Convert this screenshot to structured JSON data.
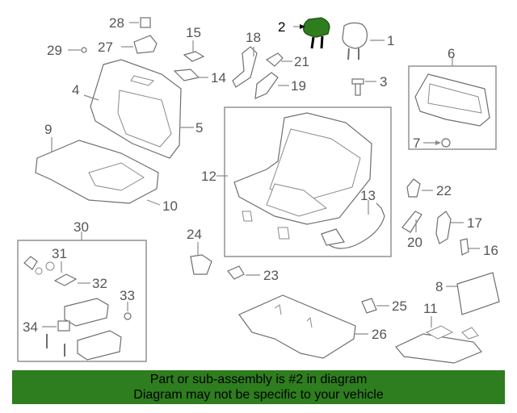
{
  "colors": {
    "banner_bg": "#2e7d1e",
    "highlight_part": "#2e7d1e",
    "line": "#8a8a8a",
    "label": "#555555"
  },
  "banner": {
    "line1": "Part or sub-assembly is #2 in diagram",
    "line2": "Diagram may not be specific to your vehicle"
  },
  "highlighted_part": "2",
  "labels": {
    "p1": "1",
    "p2": "2",
    "p3": "3",
    "p4": "4",
    "p5": "5",
    "p6": "6",
    "p7": "7",
    "p8": "8",
    "p9": "9",
    "p10": "10",
    "p11": "11",
    "p12": "12",
    "p13": "13",
    "p14": "14",
    "p15": "15",
    "p16": "16",
    "p17": "17",
    "p18": "18",
    "p19": "19",
    "p20": "20",
    "p21": "21",
    "p22": "22",
    "p23": "23",
    "p24": "24",
    "p25": "25",
    "p26": "26",
    "p27": "27",
    "p28": "28",
    "p29": "29",
    "p30": "30",
    "p31": "31",
    "p32": "32",
    "p33": "33",
    "p34": "34"
  }
}
